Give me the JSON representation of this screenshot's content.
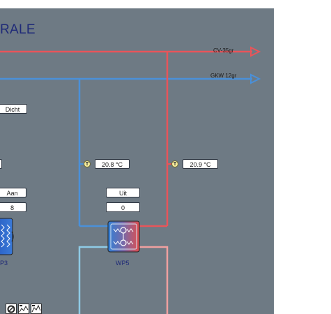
{
  "title": "RALE",
  "lines": {
    "supply_label": "CV-35gr",
    "gkw_label": "GKW 12gr"
  },
  "valve_status": "Dicht",
  "temps": {
    "left_value": "",
    "mid_value": "20.8 °C",
    "right_value": "20.9 °C",
    "badge_letter": "T"
  },
  "wp3": {
    "label": "P3",
    "status": "Aan",
    "value": "8"
  },
  "wp5": {
    "label": "WP5",
    "status": "Uit",
    "value": "0"
  },
  "colors": {
    "supply_red": "#e8555a",
    "return_pink": "#f0a0a0",
    "blue": "#4a90d9",
    "light_blue": "#8fcbe6",
    "panel": "#6e7a84"
  },
  "icons": [
    "refresh-icon",
    "chart-icon",
    "chart-icon"
  ]
}
